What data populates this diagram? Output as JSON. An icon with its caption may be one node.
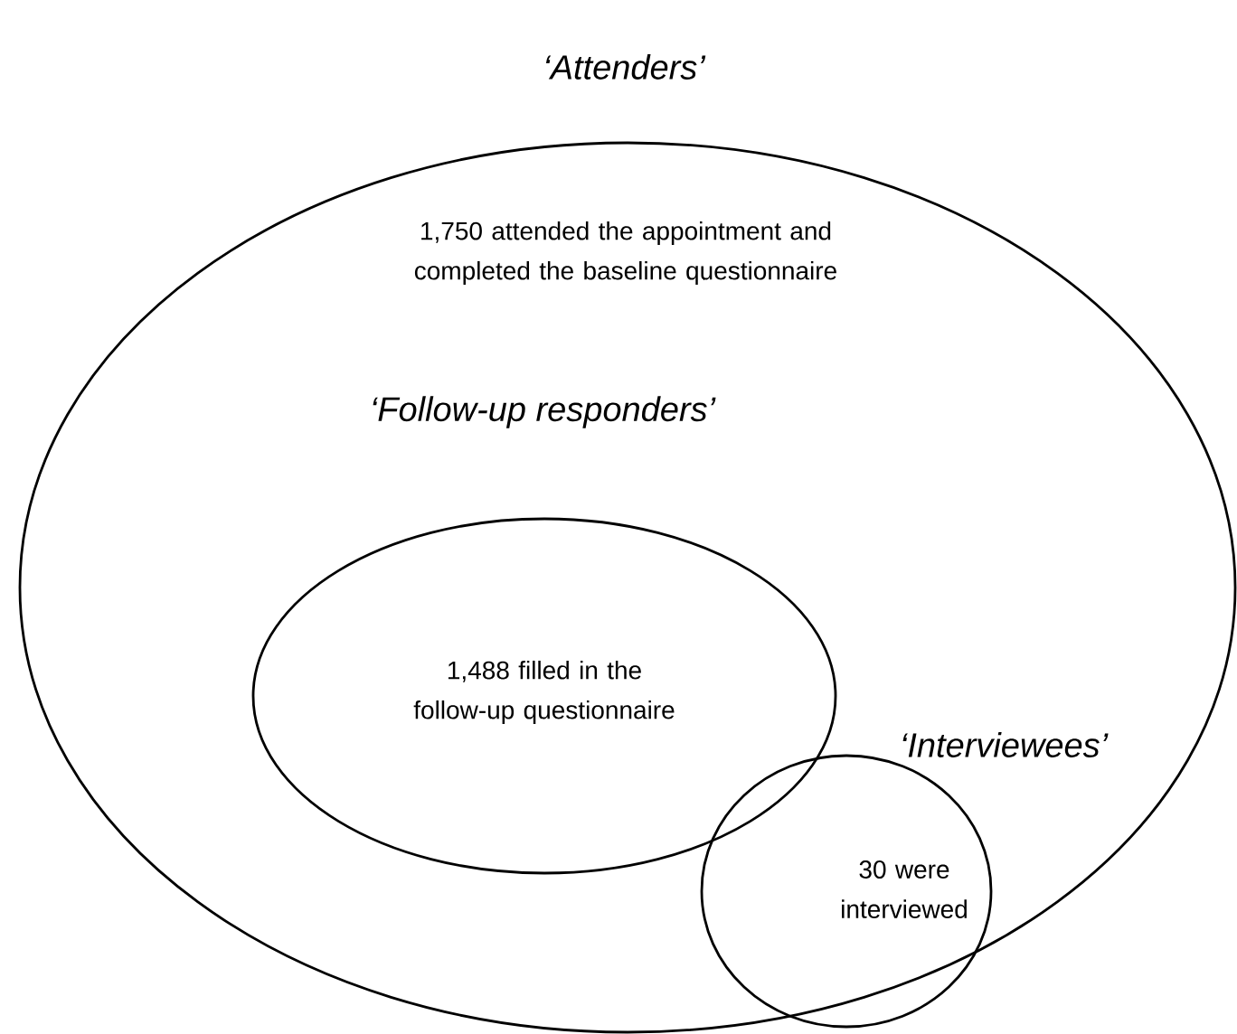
{
  "diagram": {
    "nodes": [
      {
        "text": [
          "‘Attenders’",
          "1,750 attended the appointment and completed the baseline questionnaire"
        ]
      },
      {
        "text": [
          "‘Follow-up responders’",
          "1,488 filled in the follow-up questionnaire"
        ],
        "in": 0
      },
      {
        "text": [
          "‘Interviewees’",
          "30 were interviewed"
        ],
        "in": 0
      }
    ]
  }
}
